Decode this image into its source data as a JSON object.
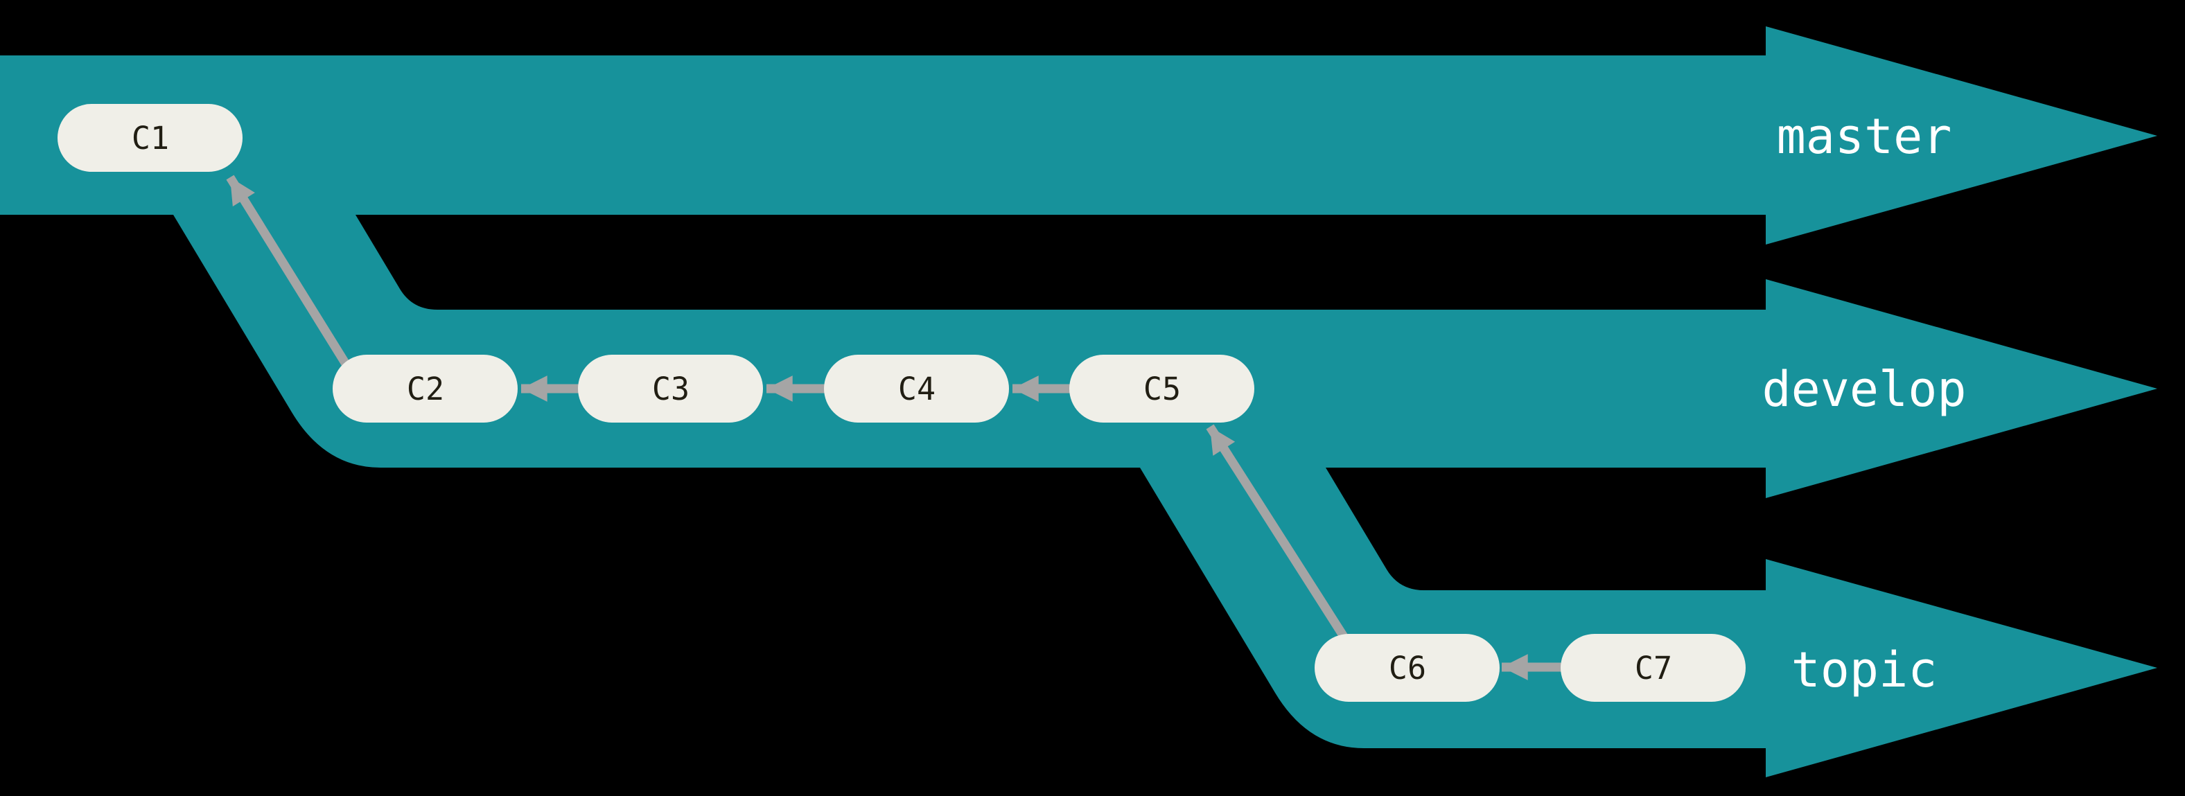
{
  "diagram": {
    "type": "git-branching-diagram",
    "branches": [
      {
        "name": "master",
        "commits_on_branch": [
          "C1"
        ]
      },
      {
        "name": "develop",
        "commits_on_branch": [
          "C2",
          "C3",
          "C4",
          "C5"
        ]
      },
      {
        "name": "topic",
        "commits_on_branch": [
          "C6",
          "C7"
        ]
      }
    ],
    "commits": [
      {
        "id": "C1",
        "branch": "master"
      },
      {
        "id": "C2",
        "branch": "develop"
      },
      {
        "id": "C3",
        "branch": "develop"
      },
      {
        "id": "C4",
        "branch": "develop"
      },
      {
        "id": "C5",
        "branch": "develop"
      },
      {
        "id": "C6",
        "branch": "topic"
      },
      {
        "id": "C7",
        "branch": "topic"
      }
    ],
    "edges": [
      "C2→C1",
      "C3→C2",
      "C4→C3",
      "C5→C4",
      "C6→C5",
      "C7→C6"
    ]
  },
  "colors": {
    "background": "#000000",
    "band": "#17929b",
    "node_fill": "#f0efe8",
    "node_text": "#211e13",
    "arrow": "#a5a5a5",
    "branch_label_text": "#ffffff"
  }
}
